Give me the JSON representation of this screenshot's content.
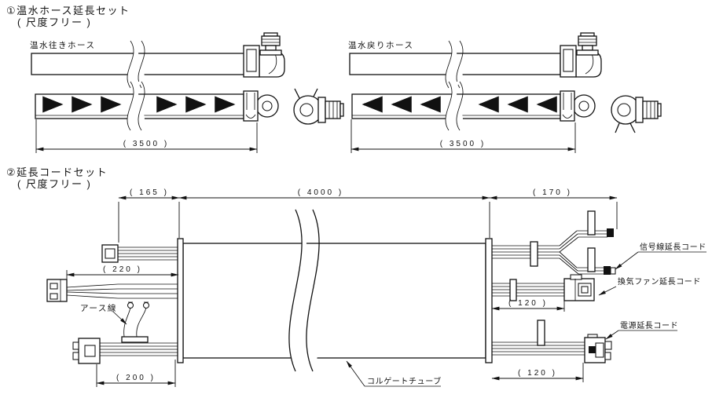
{
  "page": {
    "background": "#ffffff",
    "line_color": "#111111"
  },
  "section1": {
    "title": "①温水ホース延長セット",
    "scale_note": "( 尺度フリー )",
    "left_hose": {
      "label": "温水往きホース",
      "dim": "( 3500 )"
    },
    "right_hose": {
      "label": "温水戻りホース",
      "dim": "( 3500 )"
    }
  },
  "section2": {
    "title": "②延長コードセット",
    "scale_note": "( 尺度フリー )",
    "dims": {
      "left_top": "( 165 )",
      "tube": "( 4000 )",
      "right_top": "( 170 )",
      "left_mid": "( 220 )",
      "left_bottom": "( 200 )",
      "fan": "( 120 )",
      "power": "( 120 )"
    },
    "labels": {
      "earth": "アース線",
      "signal": "信号線延長コード",
      "fan": "換気ファン延長コード",
      "power": "電源延長コード",
      "tube": "コルゲートチューブ"
    }
  }
}
